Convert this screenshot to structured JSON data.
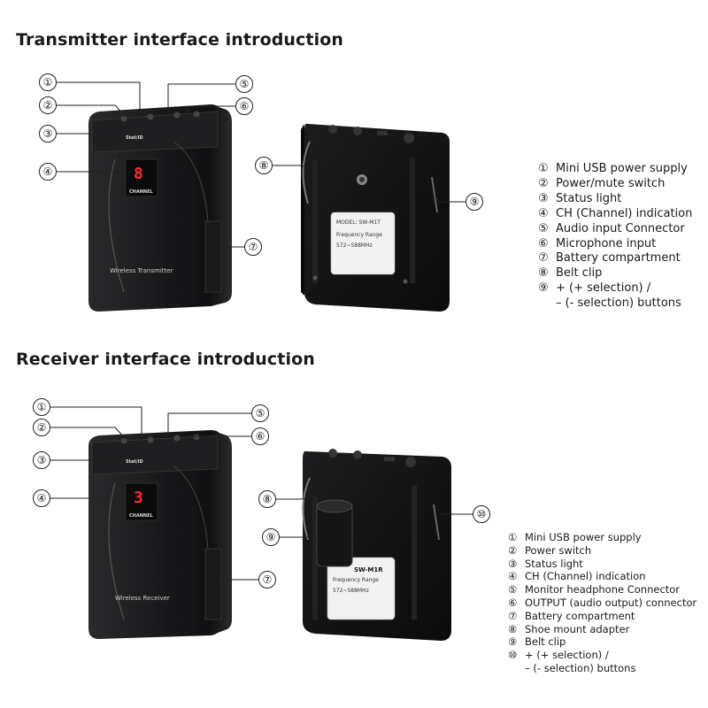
{
  "transmitter": {
    "title": "Transmitter interface introduction",
    "device_label": "Wireless Transmitter",
    "display_digit": "8",
    "channel_label": "CHANNEL",
    "status_label": "Stat/ID",
    "model_label": "MODEL: SW-M1T",
    "freq_label": "Frequency Range",
    "freq_value": "572~588MHz",
    "callouts": [
      "①",
      "②",
      "③",
      "④",
      "⑤",
      "⑥",
      "⑦",
      "⑧",
      "⑨"
    ],
    "legend": [
      {
        "num": "①",
        "text": "Mini USB power supply"
      },
      {
        "num": "②",
        "text": "Power/mute switch"
      },
      {
        "num": "③",
        "text": "Status light"
      },
      {
        "num": "④",
        "text": "CH (Channel) indication"
      },
      {
        "num": "⑤",
        "text": "Audio input Connector"
      },
      {
        "num": "⑥",
        "text": "Microphone input"
      },
      {
        "num": "⑦",
        "text": "Battery compartment"
      },
      {
        "num": "⑧",
        "text": "Belt clip"
      },
      {
        "num": "⑨",
        "text": "+ (+ selection) /"
      }
    ],
    "legend_cont": "– (- selection) buttons"
  },
  "receiver": {
    "title": "Receiver interface introduction",
    "device_label": "Wireless Receiver",
    "display_digit": "3",
    "channel_label": "CHANNEL",
    "status_label": "Stat/ID",
    "model_label": "SW-M1R",
    "freq_label": "Frequency Range",
    "freq_value": "572~588MHz",
    "callouts": [
      "①",
      "②",
      "③",
      "④",
      "⑤",
      "⑥",
      "⑦",
      "⑧",
      "⑨",
      "⑩"
    ],
    "legend": [
      {
        "num": "①",
        "text": "Mini USB power supply"
      },
      {
        "num": "②",
        "text": "Power switch"
      },
      {
        "num": "③",
        "text": "Status light"
      },
      {
        "num": "④",
        "text": "CH (Channel) indication"
      },
      {
        "num": "⑤",
        "text": "Monitor headphone Connector"
      },
      {
        "num": "⑥",
        "text": "OUTPUT (audio output) connector"
      },
      {
        "num": "⑦",
        "text": "Battery compartment"
      },
      {
        "num": "⑧",
        "text": "Shoe mount adapter"
      },
      {
        "num": "⑨",
        "text": "Belt clip"
      },
      {
        "num": "⑩",
        "text": "+ (+ selection) /"
      }
    ],
    "legend_cont": "– (- selection) buttons"
  }
}
